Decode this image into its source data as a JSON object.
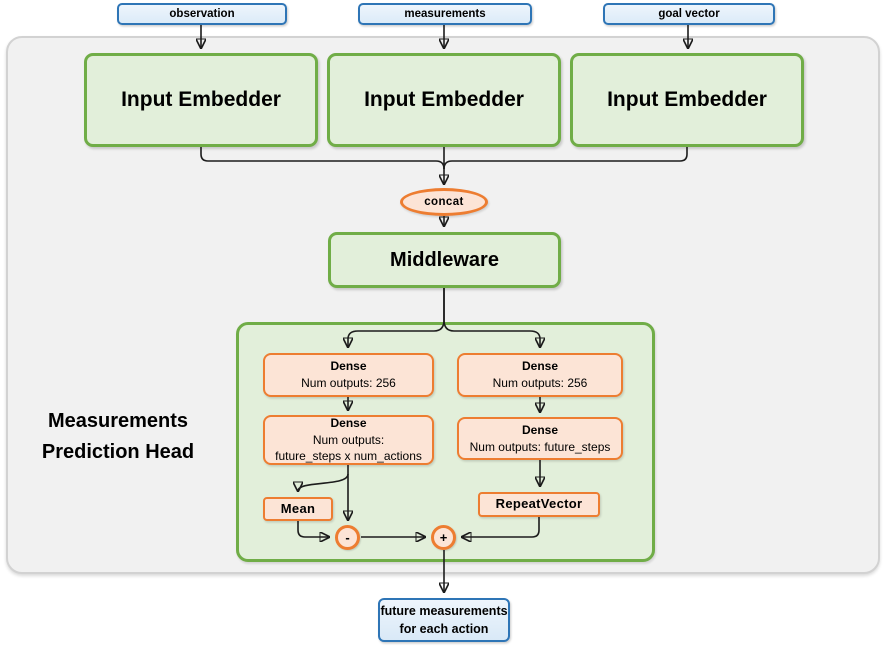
{
  "colors": {
    "green_border": "#70ad47",
    "green_fill": "#e2efda",
    "orange_border": "#ed7d31",
    "orange_fill": "#fce4d6",
    "blue_border": "#2e75b6",
    "blue_fill": "#deebf7",
    "outer_container_fill": "#f1f1f1",
    "connector_line": "#1c1c1c"
  },
  "diagram": {
    "inputs": [
      "observation",
      "measurements",
      "goal vector"
    ],
    "embedders": [
      "Input Embedder",
      "Input Embedder",
      "Input Embedder"
    ],
    "concat_label": "concat",
    "middleware_label": "Middleware",
    "head_title": {
      "line1": "Measurements",
      "line2": "Prediction Head"
    },
    "dense_left_top": {
      "title": "Dense",
      "line1": "Num outputs: 256"
    },
    "dense_right_top": {
      "title": "Dense",
      "line1": "Num outputs: 256"
    },
    "dense_left_bottom": {
      "title": "Dense",
      "line1": "Num outputs:",
      "line2": "future_steps x num_actions"
    },
    "dense_right_bottom": {
      "title": "Dense",
      "line1": "Num outputs: future_steps"
    },
    "mean_label": "Mean",
    "repeat_vector_label": "RepeatVector",
    "minus_symbol": "-",
    "plus_symbol": "+",
    "output": {
      "line1": "future measurements",
      "line2": "for each action"
    }
  }
}
